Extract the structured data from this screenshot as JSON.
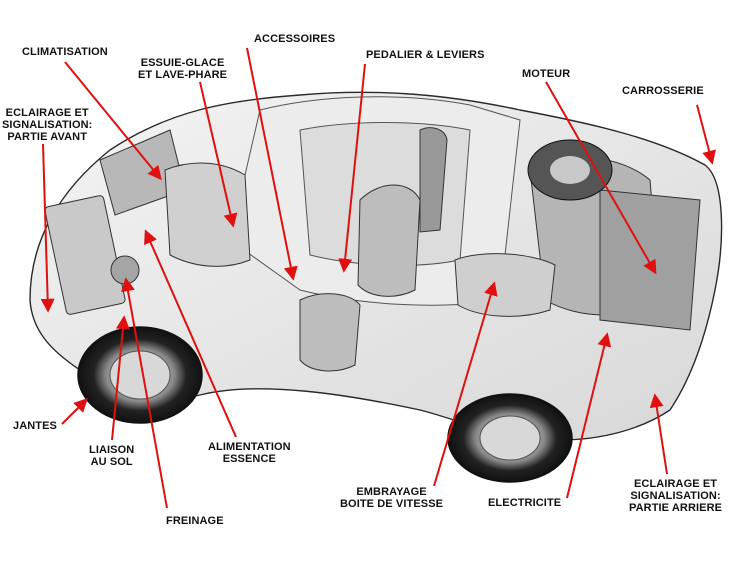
{
  "labels": {
    "climatisation": "CLIMATISATION",
    "essuie_glace": "ESSUIE-GLACE\nET LAVE-PHARE",
    "accessoires": "ACCESSOIRES",
    "pedalier": "PEDALIER & LEVIERS",
    "moteur": "MOTEUR",
    "carrosserie": "CARROSSERIE",
    "eclairage_avant": "ECLAIRAGE ET\nSIGNALISATION:\nPARTIE AVANT",
    "jantes": "JANTES",
    "liaison": "LIAISON\nAU SOL",
    "alimentation": "ALIMENTATION\nESSENCE",
    "freinage": "FREINAGE",
    "embrayage": "EMBRAYAGE\nBOITE DE VITESSE",
    "electricite": "ELECTRICITE",
    "eclairage_arriere": "ECLAIRAGE ET\nSIGNALISATION:\nPARTIE ARRIERE"
  },
  "colors": {
    "arrow": "#e01010",
    "label": "#111111",
    "outline": "#2a2a2a"
  }
}
